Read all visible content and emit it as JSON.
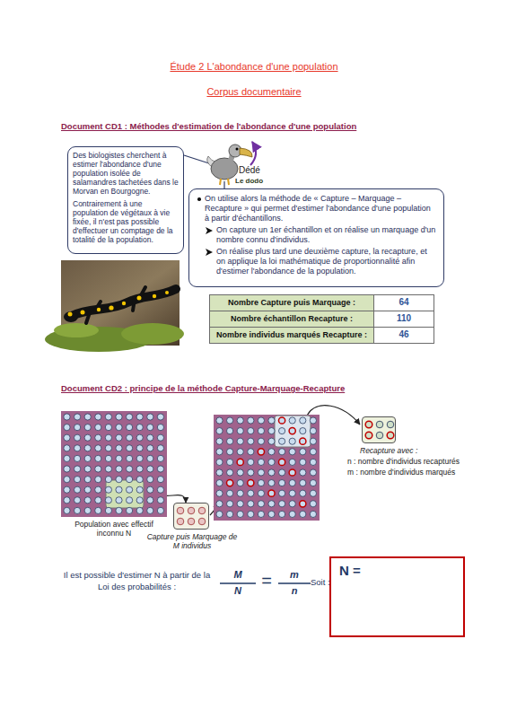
{
  "diagram": {
    "title": "Étude 2 L'abondance d'une population",
    "nodes": [
      {
        "text": [
          "Des biologistes cherchent à estimer l'abondance d'une population isolée de salamandres tachetées dans le Morvan en Bourgogne.",
          "Contrairement à une population de végétaux à vie fixée, il n'est pas possible d'effectuer un comptage de la totalité de la population."
        ]
      },
      {
        "text": [
          "On utilise alors la méthode de « Capture – Marquage – Recapture » qui permet d'estimer l'abondance d'une population à partir d'échantillons.",
          "On capture un 1er échantillon et on réalise un marquage d'un nombre connu d'individus.",
          "On réalise plus tard une deuxième capture, la recapture, et on applique la loi mathématique de proportionnalité afin d'estimer l'abondance de la population."
        ]
      },
      {
        "text": [
          "Population avec effectif inconnu N"
        ]
      },
      {
        "text": [
          "Capture puis Marquage de M individus"
        ]
      },
      {
        "text": [
          "Recapture avec :",
          "n : nombre d'individus recapturés",
          "m : nombre d'individus marqués"
        ]
      },
      {
        "text": [
          "N ="
        ]
      }
    ],
    "edges": [
      {
        "from": 2,
        "to": 3,
        "arrow": "to"
      }
    ],
    "labels": [
      "Corpus documentaire",
      "Document CD1 : Méthodes d'estimation de l'abondance d'une population",
      "Dédé",
      "Le dodo",
      "Nombre Capture puis Marquage :",
      "64",
      "Nombre échantillon Recapture :",
      "110",
      "Nombre individus marqués Recapture :",
      "46",
      "Document CD2 : principe de la méthode Capture-Marquage-Recapture",
      "Il est possible d'estimer N à partir de la Loi des probabilités :",
      "M",
      "N",
      "=",
      "m",
      "n",
      "Soit :"
    ]
  }
}
